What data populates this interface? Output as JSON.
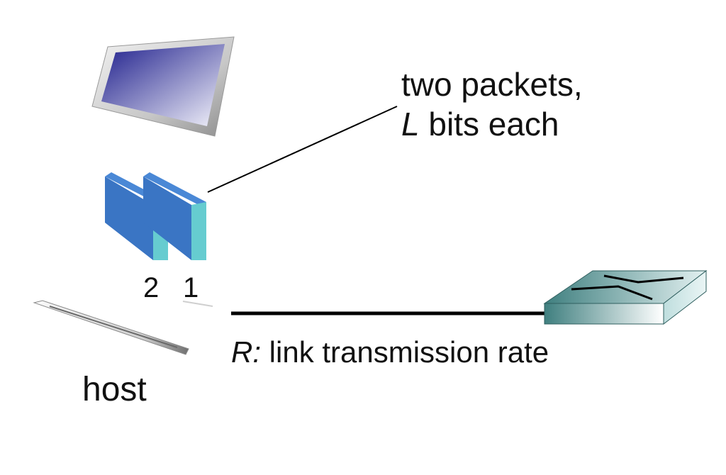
{
  "annotation": {
    "line1": "two packets,",
    "line2_var": "L",
    "line2_rest": " bits each"
  },
  "packets": [
    {
      "number": "2"
    },
    {
      "number": "1"
    }
  ],
  "link": {
    "rate_var": "R:",
    "rate_rest": " link transmission rate"
  },
  "host": {
    "label": "host"
  },
  "icons": {
    "host": "laptop-icon",
    "packet": "packet-icon",
    "router": "router-icon"
  },
  "colors": {
    "packet_front": "#3a75c4",
    "packet_edge": "#66ccd0",
    "packet_top": "#4a88d6",
    "screen_dark": "#1e1e8c",
    "router_top": "#3f7f7f",
    "link": "#000000"
  }
}
